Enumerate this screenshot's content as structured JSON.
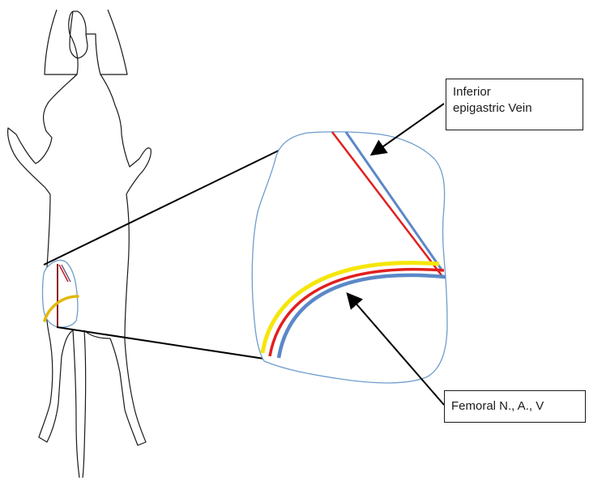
{
  "labels": {
    "inferior_epigastric_vein": [
      "Inferior",
      "epigastric Vein"
    ],
    "femoral": "Femoral N., A., V"
  },
  "colors": {
    "outline": "#1a1a1a",
    "zoom_outline": "#6f9ccd",
    "nerve": "#f5e60a",
    "artery": "#e0201e",
    "vein": "#5b88c8",
    "connector": "#000000"
  }
}
